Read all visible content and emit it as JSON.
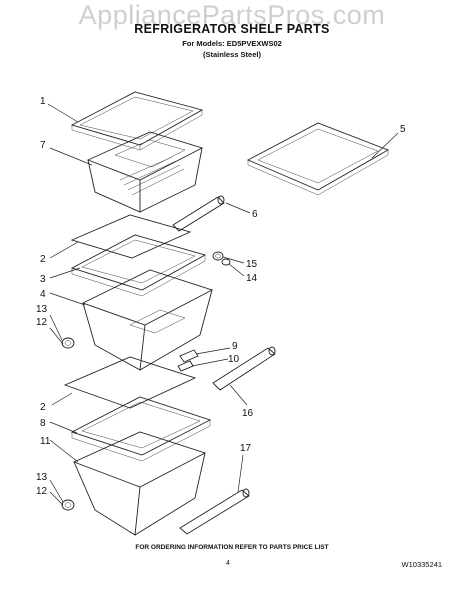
{
  "watermark": "AppliancePartsPros.com",
  "header": {
    "title": "REFRIGERATOR SHELF PARTS",
    "models_line": "For Models: ED5PVEXWS02",
    "finish_line": "(Stainless Steel)"
  },
  "callouts": {
    "c1": "1",
    "c7": "7",
    "c5": "5",
    "c6": "6",
    "c2a": "2",
    "c3": "3",
    "c15": "15",
    "c14": "14",
    "c4": "4",
    "c13a": "13",
    "c12a": "12",
    "c9": "9",
    "c10": "10",
    "c16": "16",
    "c2b": "2",
    "c8": "8",
    "c17": "17",
    "c11": "11",
    "c13b": "13",
    "c12b": "12"
  },
  "footer": {
    "order_note": "FOR ORDERING INFORMATION REFER TO PARTS PRICE LIST",
    "page_number": "4",
    "document_number": "W10335241"
  }
}
